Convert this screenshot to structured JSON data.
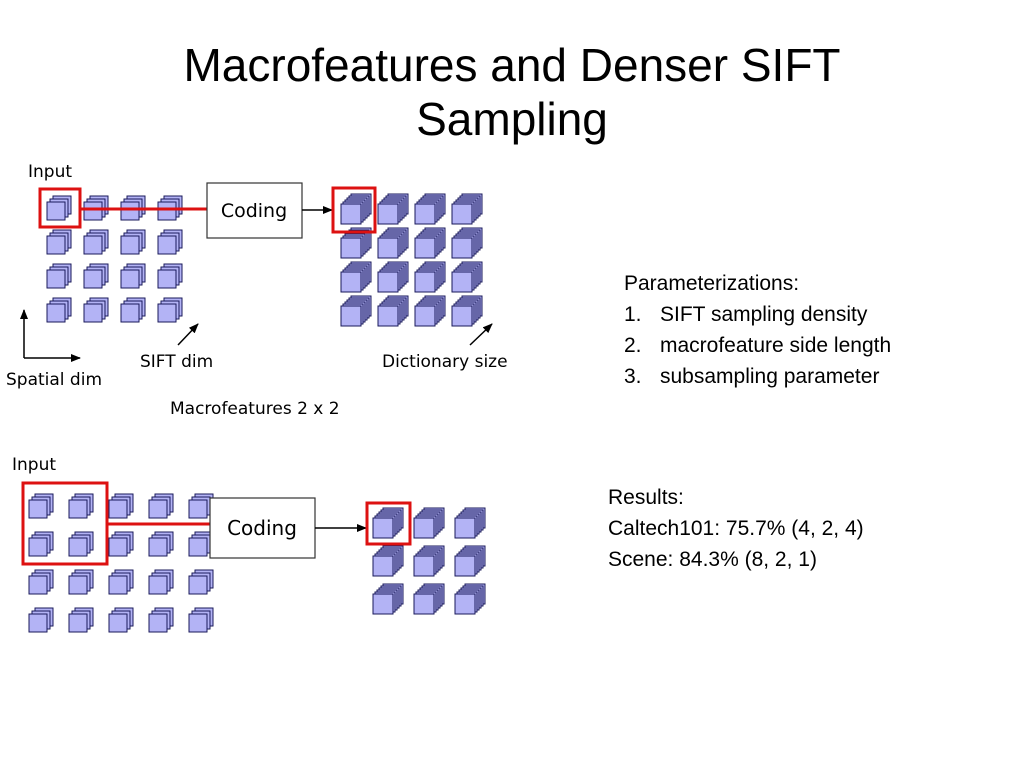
{
  "slide": {
    "title_line1": "Macrofeatures and Denser SIFT",
    "title_line2": "Sampling"
  },
  "diagram_top": {
    "input_label": "Input",
    "coding_label": "Coding",
    "sift_dim_label": "SIFT dim",
    "spatial_dim_label": "Spatial dim",
    "dictionary_size_label": "Dictionary size",
    "caption": "Macrofeatures 2 x 2"
  },
  "diagram_bottom": {
    "input_label": "Input",
    "coding_label": "Coding"
  },
  "parameterizations": {
    "heading": "Parameterizations:",
    "items": [
      {
        "num": "1.",
        "text": "SIFT sampling density"
      },
      {
        "num": "2.",
        "text": "macrofeature side length"
      },
      {
        "num": "3.",
        "text": "subsampling parameter"
      }
    ]
  },
  "results": {
    "heading": "Results:",
    "caltech": "Caltech101: 75.7% (4, 2, 4)",
    "scene": "Scene: 84.3% (8, 2, 1)"
  },
  "colors": {
    "cube_fill": "#b3b3f5",
    "cube_stroke": "#1a1a5a",
    "highlight": "#dd1111",
    "arrow": "#000000"
  }
}
